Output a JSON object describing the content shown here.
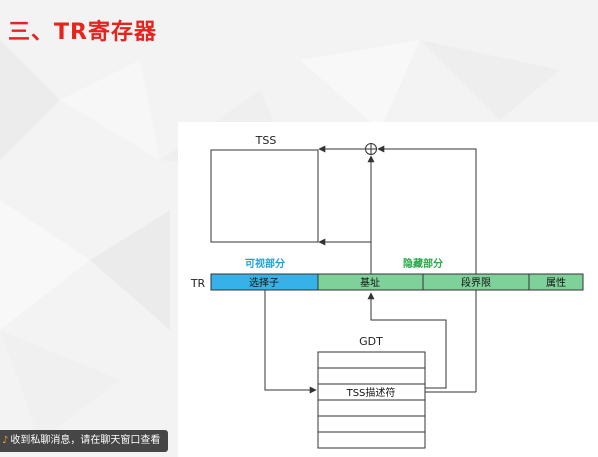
{
  "slide": {
    "title": "三、TR寄存器"
  },
  "diagram": {
    "tss_label": "TSS",
    "plus_symbol": "+",
    "visible_part_label": "可视部分",
    "hidden_part_label": "隐藏部分",
    "tr_label": "TR",
    "cells": {
      "selector": "选择子",
      "base": "基址",
      "limit": "段界限",
      "attr": "属性"
    },
    "gdt_label": "GDT",
    "tss_descriptor": "TSS描述符",
    "colors": {
      "selector_fill": "#37b2e8",
      "hidden_fill": "#7fd19a",
      "visible_label": "#1e9fd8",
      "hidden_label": "#2ba84a"
    }
  },
  "notification": {
    "icon": "bell-icon",
    "text": "收到私聊消息，请在聊天窗口查看"
  }
}
